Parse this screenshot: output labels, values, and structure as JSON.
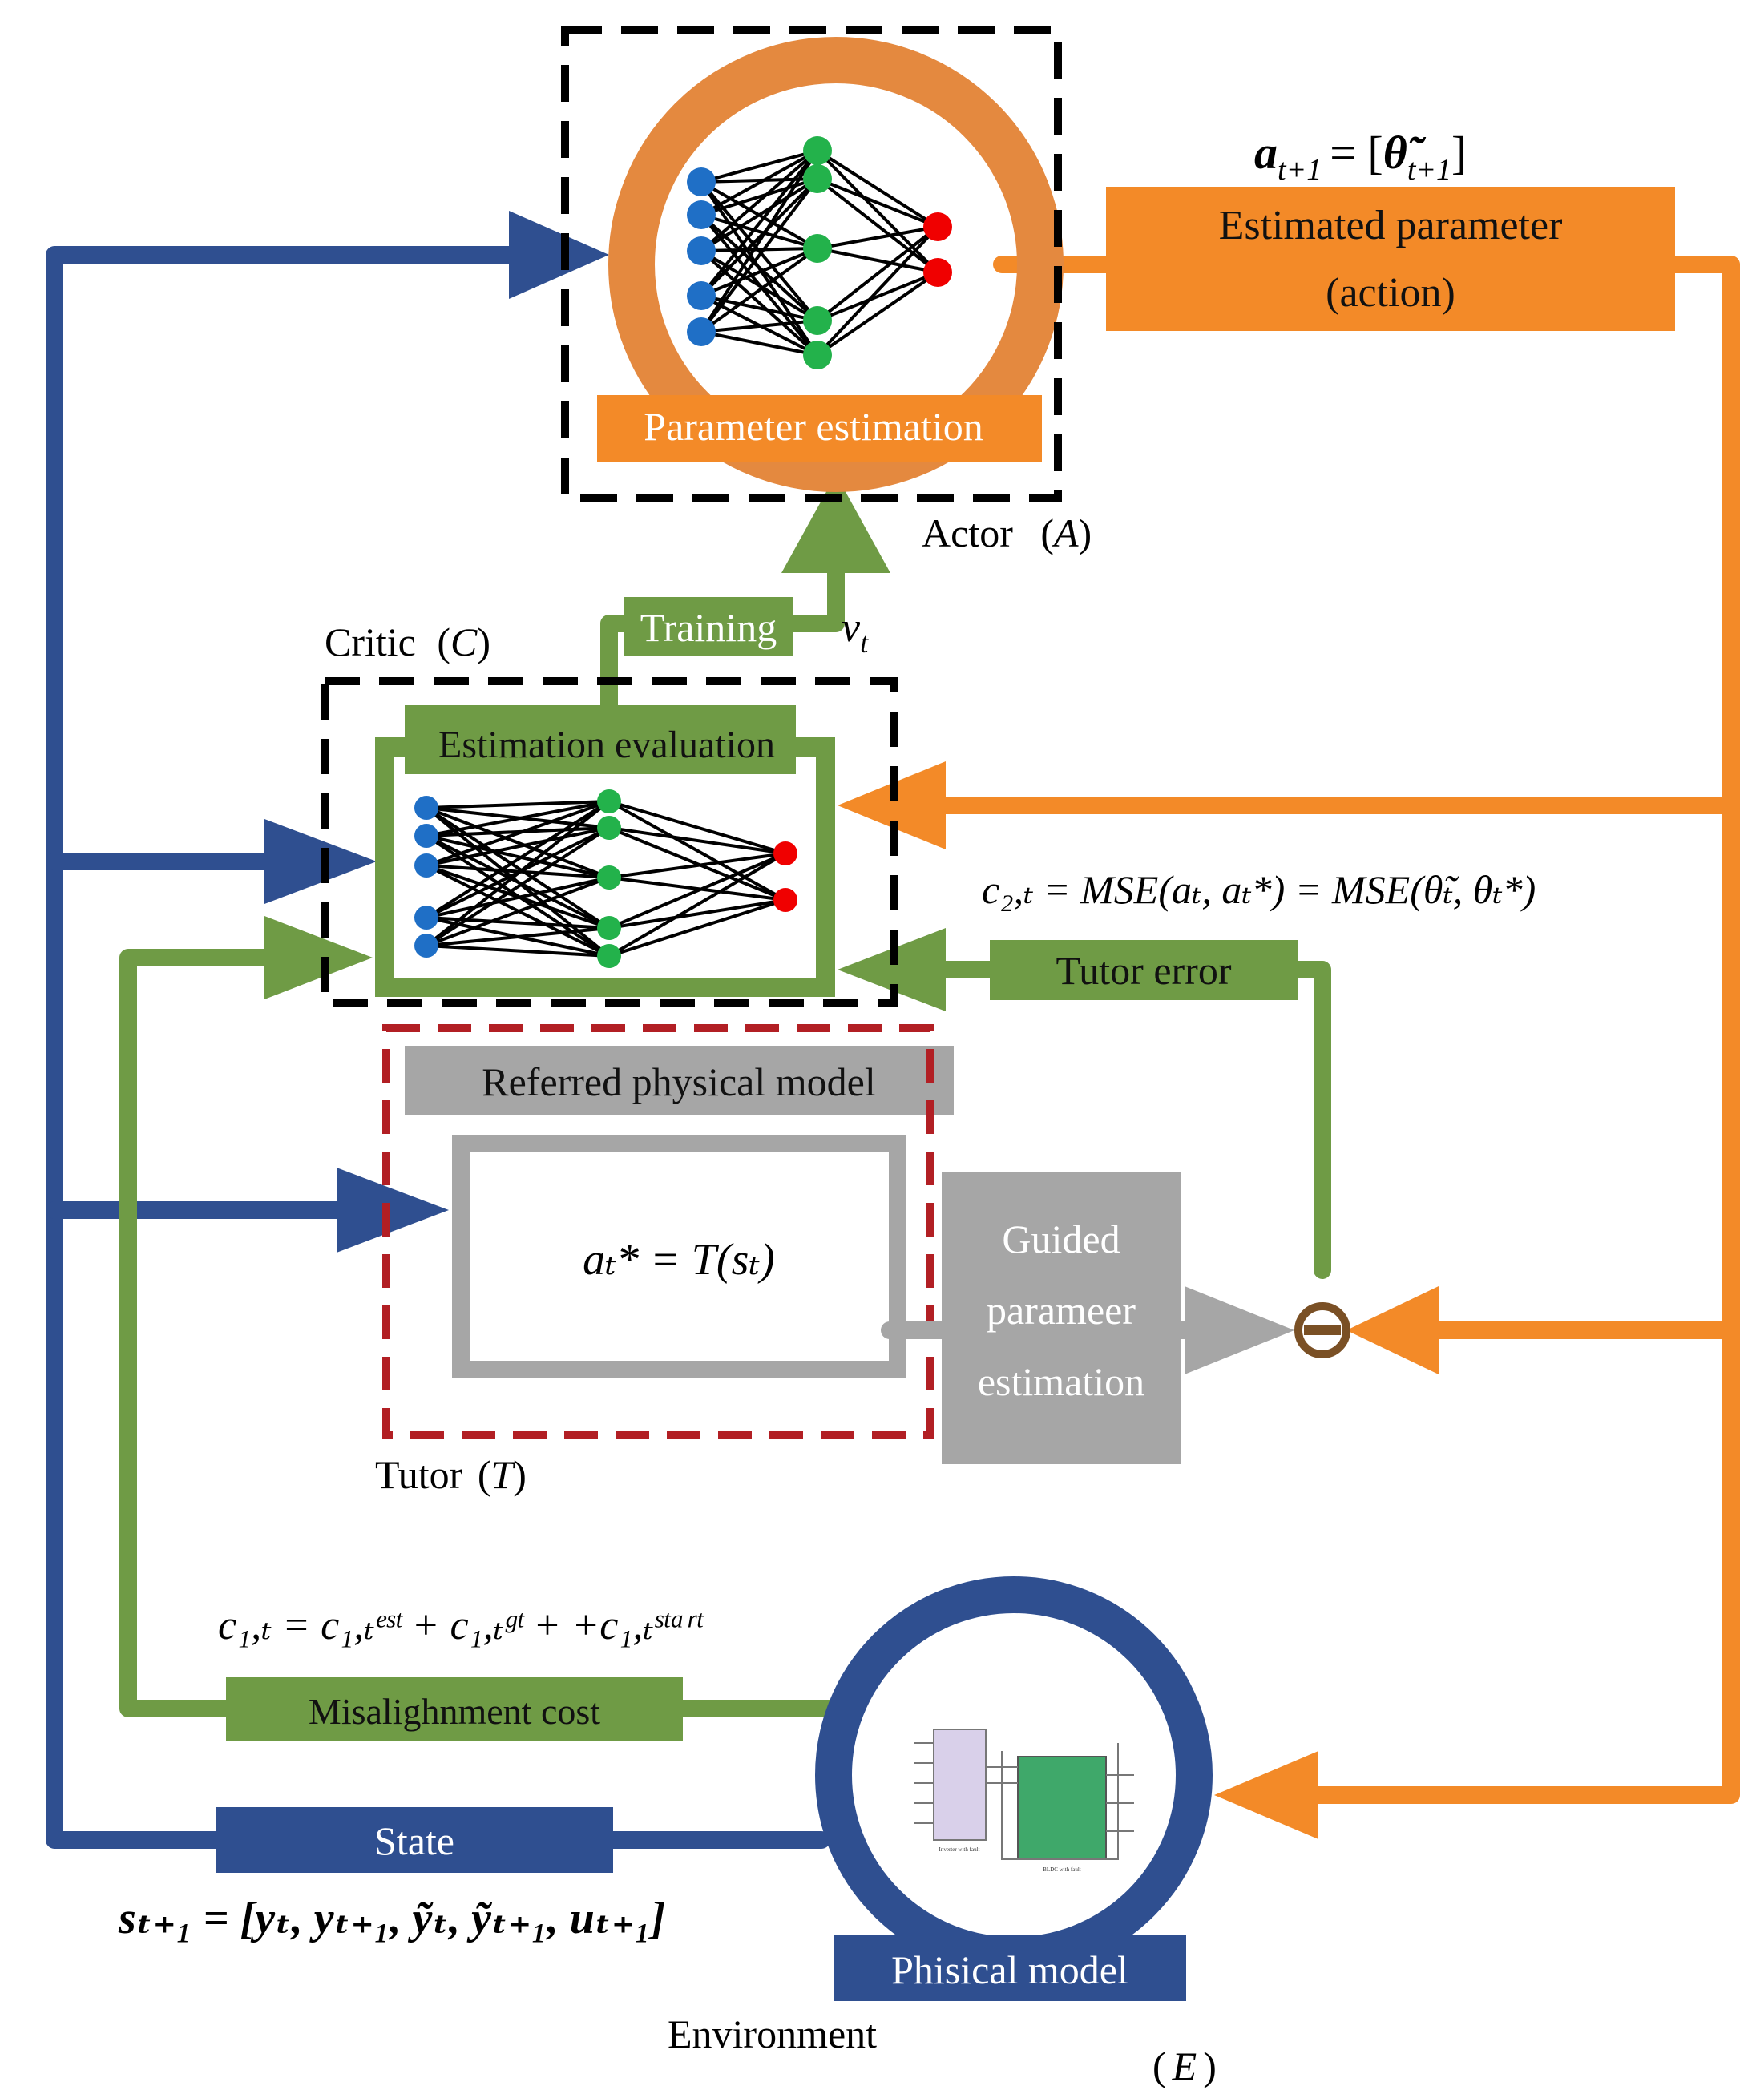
{
  "colors": {
    "blue": "#2f4f90",
    "orange": "#f39a37",
    "orange_ring": "#e4893f",
    "green": "#6f9b45",
    "grey": "#a6a6a6",
    "red_dash": "#b21f24",
    "black": "#000000",
    "node_blue": "#1f6fc6",
    "node_green": "#23b24b",
    "node_red": "#f00000",
    "subtract": "#7a5025"
  },
  "actor": {
    "box_label": "Parameter estimation",
    "caption": "Actor",
    "caption_sym": "A"
  },
  "action": {
    "line1": "Estimated parameter",
    "line2": "(action)",
    "eq_lhs": "a",
    "eq_sub": "t+1",
    "eq_rhs_open": "= [",
    "eq_theta": "θ̃",
    "eq_theta_sub": "t+1",
    "eq_close": "]"
  },
  "training": {
    "label": "Training",
    "signal": "v",
    "signal_sub": "t"
  },
  "critic": {
    "caption": "Critic",
    "caption_sym": "C",
    "header": "Estimation evaluation"
  },
  "tutor_error": {
    "label": "Tutor error",
    "equation": "c₂,ₜ = MSE(aₜ, aₜ*) = MSE(θ̃ₜ, θₜ*)"
  },
  "tutor": {
    "header": "Referred physical model",
    "formula": "aₜ* = T(sₜ)",
    "caption": "Tutor",
    "caption_sym": "T"
  },
  "guided": {
    "line1": "Guided",
    "line2": "parameer",
    "line3": "estimation"
  },
  "misalignment": {
    "label": "Misalighnment cost",
    "equation": "c₁,ₜ = c₁,ₜᵉˢᵗ + c₁,ₜᵍᵗ + +c₁,ₜˢᵗᵃʳᵗ"
  },
  "state": {
    "label": "State",
    "equation": "sₜ₊₁ = [yₜ, yₜ₊₁, ỹₜ, ỹₜ₊₁, uₜ₊₁]"
  },
  "environment": {
    "box_label": "Phisical model",
    "caption": "Environment",
    "caption_sym": "E",
    "thumb_left_block": "Inverter with fault",
    "thumb_right_block": "BLDC with fault"
  }
}
